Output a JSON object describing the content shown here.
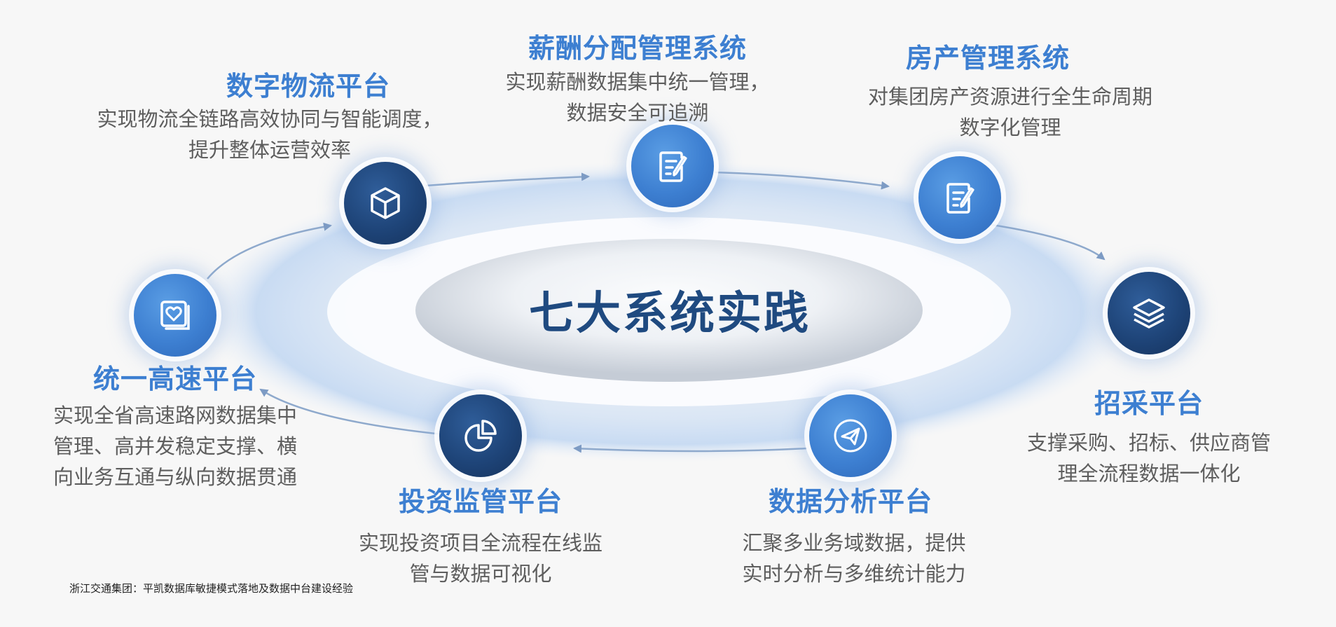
{
  "center_title": "七大系统实践",
  "footer": "浙江交通集团：平凯数据库敏捷模式落地及数据中台建设经验",
  "systems": [
    {
      "name": "数字物流平台",
      "desc": "实现物流全链路高效协同与智能调度，\n提升整体运营效率",
      "icon": "cube-icon",
      "theme": "dark"
    },
    {
      "name": "薪酬分配管理系统",
      "desc": "实现薪酬数据集中统一管理，\n数据安全可追溯",
      "icon": "edit-document-icon",
      "theme": "light"
    },
    {
      "name": "房产管理系统",
      "desc": "对集团房产资源进行全生命周期\n数字化管理",
      "icon": "edit-document-icon",
      "theme": "light"
    },
    {
      "name": "招采平台",
      "desc": "支撑采购、招标、供应商管\n理全流程数据一体化",
      "icon": "layers-icon",
      "theme": "dark"
    },
    {
      "name": "数据分析平台",
      "desc": "汇聚多业务域数据，提供\n实时分析与多维统计能力",
      "icon": "paper-plane-icon",
      "theme": "light"
    },
    {
      "name": "投资监管平台",
      "desc": "实现投资项目全流程在线监\n管与数据可视化",
      "icon": "pie-chart-icon",
      "theme": "dark"
    },
    {
      "name": "统一高速平台",
      "desc": "实现全省高速路网数据集中\n管理、高并发稳定支撑、横\n向业务互通与纵向数据贯通",
      "icon": "heart-image-icon",
      "theme": "light"
    }
  ],
  "colors": {
    "accent": "#3d7fd1",
    "dark": "#1e4478",
    "text": "#5e5e5e",
    "center_text": "#1f4a80"
  }
}
